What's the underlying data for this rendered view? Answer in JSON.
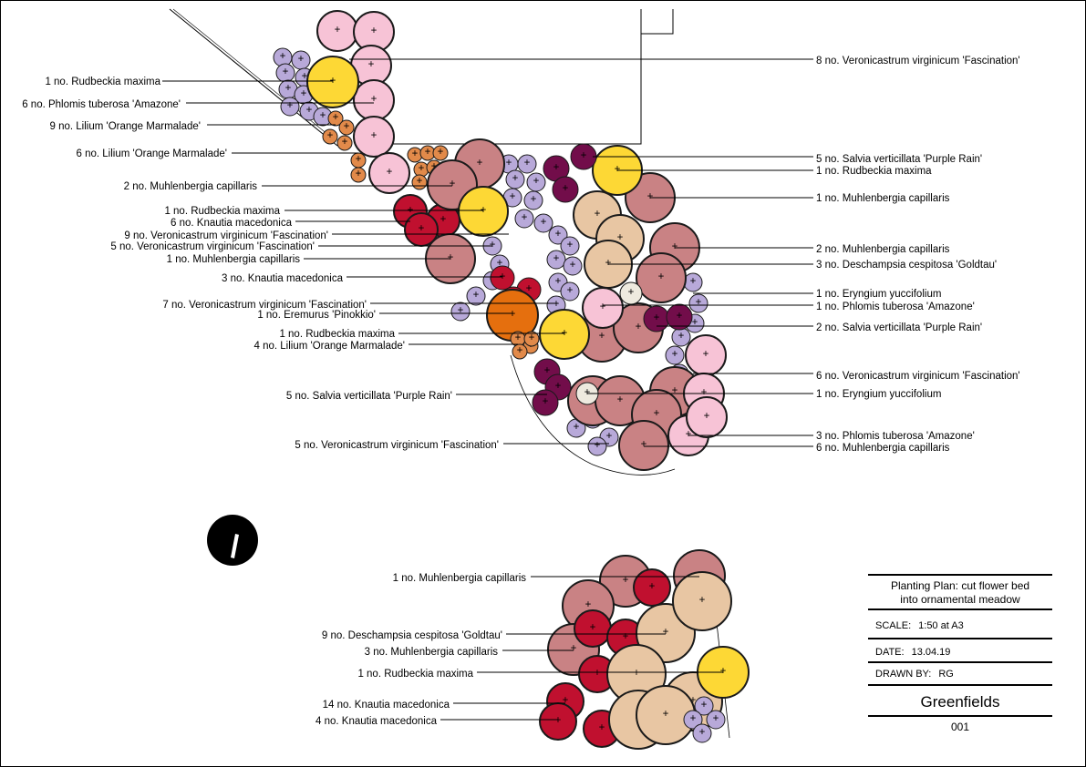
{
  "labels_top": [
    "8 no. Veronicastrum virginicum 'Fascination'",
    "1 no. Rudbeckia maxima",
    "6 no. Phlomis tuberosa 'Amazone'",
    "9 no. Lilium 'Orange Marmalade'",
    "6 no. Lilium 'Orange Marmalade'",
    "2 no. Muhlenbergia capillaris",
    "1 no. Rudbeckia maxima",
    "6 no. Knautia macedonica",
    "9 no. Veronicastrum virginicum 'Fascination'",
    "5 no. Veronicastrum virginicum 'Fascination'",
    "1 no. Muhlenbergia capillaris",
    "3 no. Knautia macedonica",
    "7 no. Veronicastrum virginicum 'Fascination'",
    "1 no. Eremurus 'Pinokkio'",
    "1 no. Rudbeckia maxima",
    "4 no. Lilium 'Orange Marmalade'",
    "5 no. Salvia verticillata 'Purple Rain'",
    "5 no. Veronicastrum virginicum 'Fascination'",
    "5 no. Salvia verticillata 'Purple Rain'",
    "1 no. Rudbeckia maxima",
    "1 no. Muhlenbergia capillaris",
    "2 no. Muhlenbergia capillaris",
    "3 no. Deschampsia cespitosa 'Goldtau'",
    "1 no. Eryngium yuccifolium",
    "1 no. Phlomis tuberosa 'Amazone'",
    "2 no. Salvia verticillata 'Purple Rain'",
    "6 no. Veronicastrum virginicum 'Fascination'",
    "1 no. Eryngium yuccifolium",
    "3 no. Phlomis tuberosa 'Amazone'",
    "6 no. Muhlenbergia capillaris"
  ],
  "labels_bottom": [
    "1 no. Muhlenbergia capillaris",
    "9 no. Deschampsia cespitosa 'Goldtau'",
    "3 no. Muhlenbergia capillaris",
    "1 no. Rudbeckia maxima",
    "14 no. Knautia macedonica",
    "4 no. Knautia macedonica"
  ],
  "title_block": {
    "title_line1": "Planting Plan: cut flower bed",
    "title_line2": "into ornamental meadow",
    "scale_label": "SCALE:",
    "scale_value": "1:50 at A3",
    "date_label": "DATE:",
    "date_value": "13.04.19",
    "drawn_label": "DRAWN BY:",
    "drawn_value": "RG",
    "company": "Greenfields",
    "number": "001"
  },
  "plant_colors": {
    "Rudbeckia maxima": "#fdd835",
    "Phlomis tuberosa 'Amazone'": "#f7c3d6",
    "Veronicastrum virginicum 'Fascination'": "#b8a9d9",
    "Lilium 'Orange Marmalade'": "#e28a4a",
    "Muhlenbergia capillaris": "#c98284",
    "Knautia macedonica": "#c0102f",
    "Salvia verticillata 'Purple Rain'": "#720d4a",
    "Deschampsia cespitosa 'Goldtau'": "#e8c6a3",
    "Eryngium yuccifolium": "#eeeadf",
    "Eremurus 'Pinokkio'": "#e56f0e"
  },
  "north_arrow_icon": "north-arrow-icon"
}
